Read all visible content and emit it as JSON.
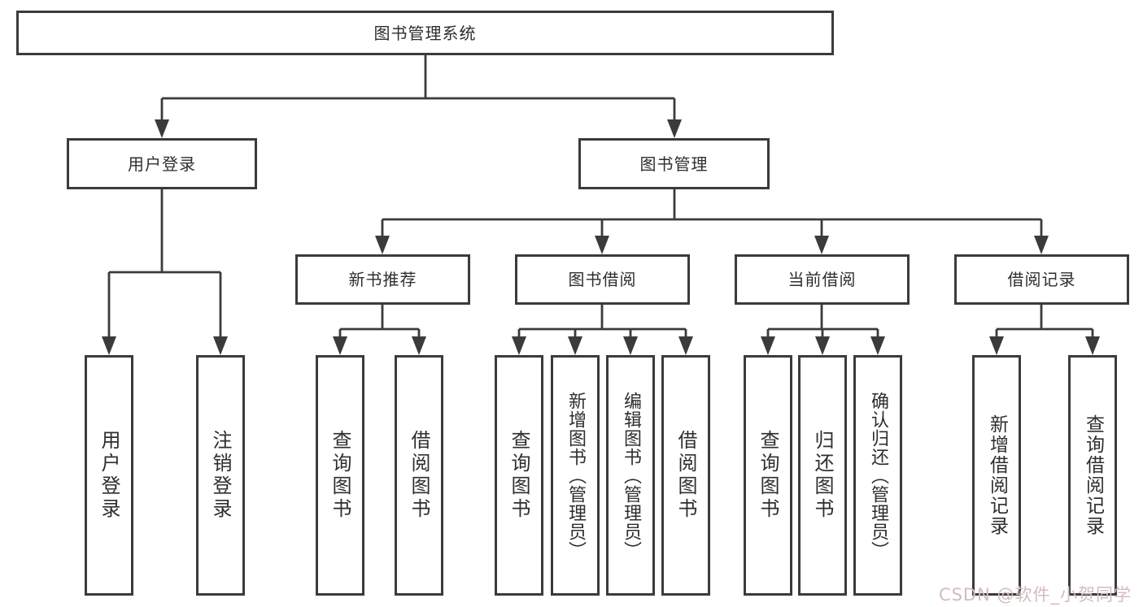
{
  "colors": {
    "line": "#3b3b3b",
    "text": "#2e2e2e",
    "watermark": "#d2bcbc",
    "bg": "#ffffff"
  },
  "watermark": {
    "text": "CSDN @软件_小贺同学"
  },
  "diagram": {
    "type": "hierarchy-tree",
    "root": {
      "label": "图书管理系统"
    },
    "branches": [
      {
        "label": "用户登录",
        "children": [
          {
            "label": "用户登录"
          },
          {
            "label": "注销登录"
          }
        ]
      },
      {
        "label": "图书管理",
        "children": [
          {
            "label": "新书推荐",
            "children": [
              {
                "label": "查询图书"
              },
              {
                "label": "借阅图书"
              }
            ]
          },
          {
            "label": "图书借阅",
            "children": [
              {
                "label": "查询图书"
              },
              {
                "label": "新增图书（管理员）"
              },
              {
                "label": "编辑图书（管理员）"
              },
              {
                "label": "借阅图书"
              }
            ]
          },
          {
            "label": "当前借阅",
            "children": [
              {
                "label": "查询图书"
              },
              {
                "label": "归还图书"
              },
              {
                "label": "确认归还（管理员）"
              }
            ]
          },
          {
            "label": "借阅记录",
            "children": [
              {
                "label": "新增借阅记录"
              },
              {
                "label": "查询借阅记录"
              }
            ]
          }
        ]
      }
    ]
  }
}
